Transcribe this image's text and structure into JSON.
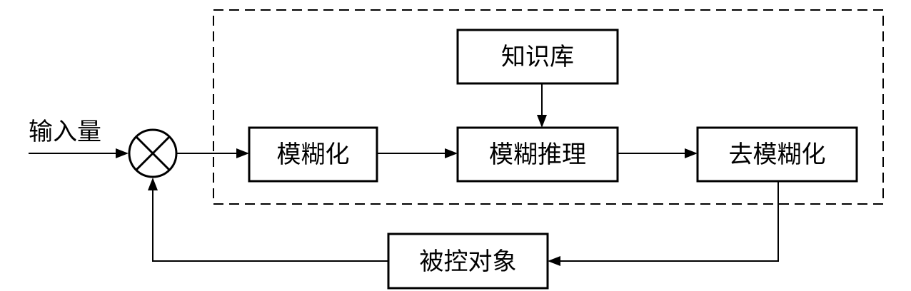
{
  "input_label": "输入量",
  "blocks": {
    "fuzzify": "模糊化",
    "knowledge_base": "知识库",
    "inference": "模糊推理",
    "defuzzify": "去模糊化",
    "plant": "被控对象"
  },
  "summing_junction_symbol": "multiply-cross-icon"
}
